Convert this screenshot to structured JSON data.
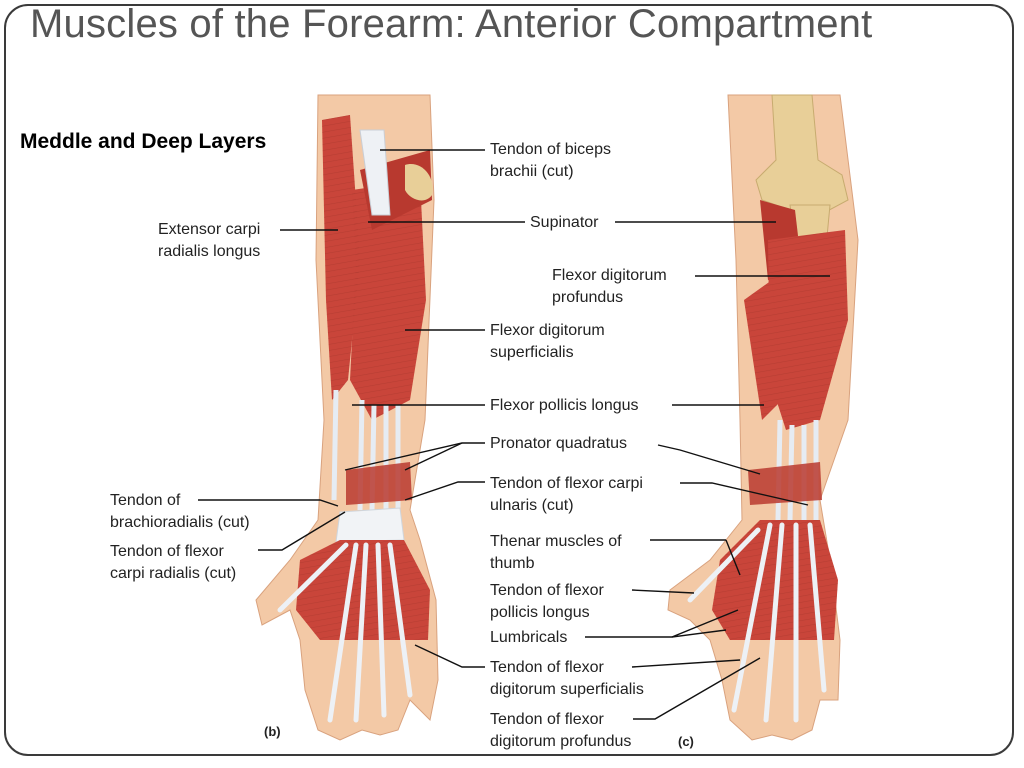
{
  "slide": {
    "title": "Muscles of the Forearm: Anterior Compartment",
    "subtitle": "Meddle and Deep Layers"
  },
  "panels": {
    "b": "(b)",
    "c": "(c)"
  },
  "labels": {
    "biceps_1": "Tendon of biceps",
    "biceps_2": "brachii (cut)",
    "supinator": "Supinator",
    "ecrl_1": "Extensor carpi",
    "ecrl_2": "radialis longus",
    "fdp_1": "Flexor digitorum",
    "fdp_2": "profundus",
    "fds_1": "Flexor digitorum",
    "fds_2": "superficialis",
    "fpl": "Flexor pollicis longus",
    "pq": "Pronator quadratus",
    "fcu_1": "Tendon of flexor carpi",
    "fcu_2": "ulnaris (cut)",
    "br_1": "Tendon of",
    "br_2": "brachioradialis (cut)",
    "thenar_1": "Thenar muscles of",
    "thenar_2": "thumb",
    "fcr_1": "Tendon of flexor",
    "fcr_2": "carpi radialis (cut)",
    "tfpl_1": "Tendon of flexor",
    "tfpl_2": "pollicis longus",
    "lumbricals": "Lumbricals",
    "tfds_1": "Tendon of flexor",
    "tfds_2": "digitorum superficialis",
    "tfdp_1": "Tendon of flexor",
    "tfdp_2": "digitorum profundus"
  },
  "colors": {
    "muscle": "#c9453a",
    "muscle_dark": "#9e2e26",
    "skin": "#f3c9a6",
    "tendon": "#e9eef4",
    "bone": "#e8cf98"
  }
}
